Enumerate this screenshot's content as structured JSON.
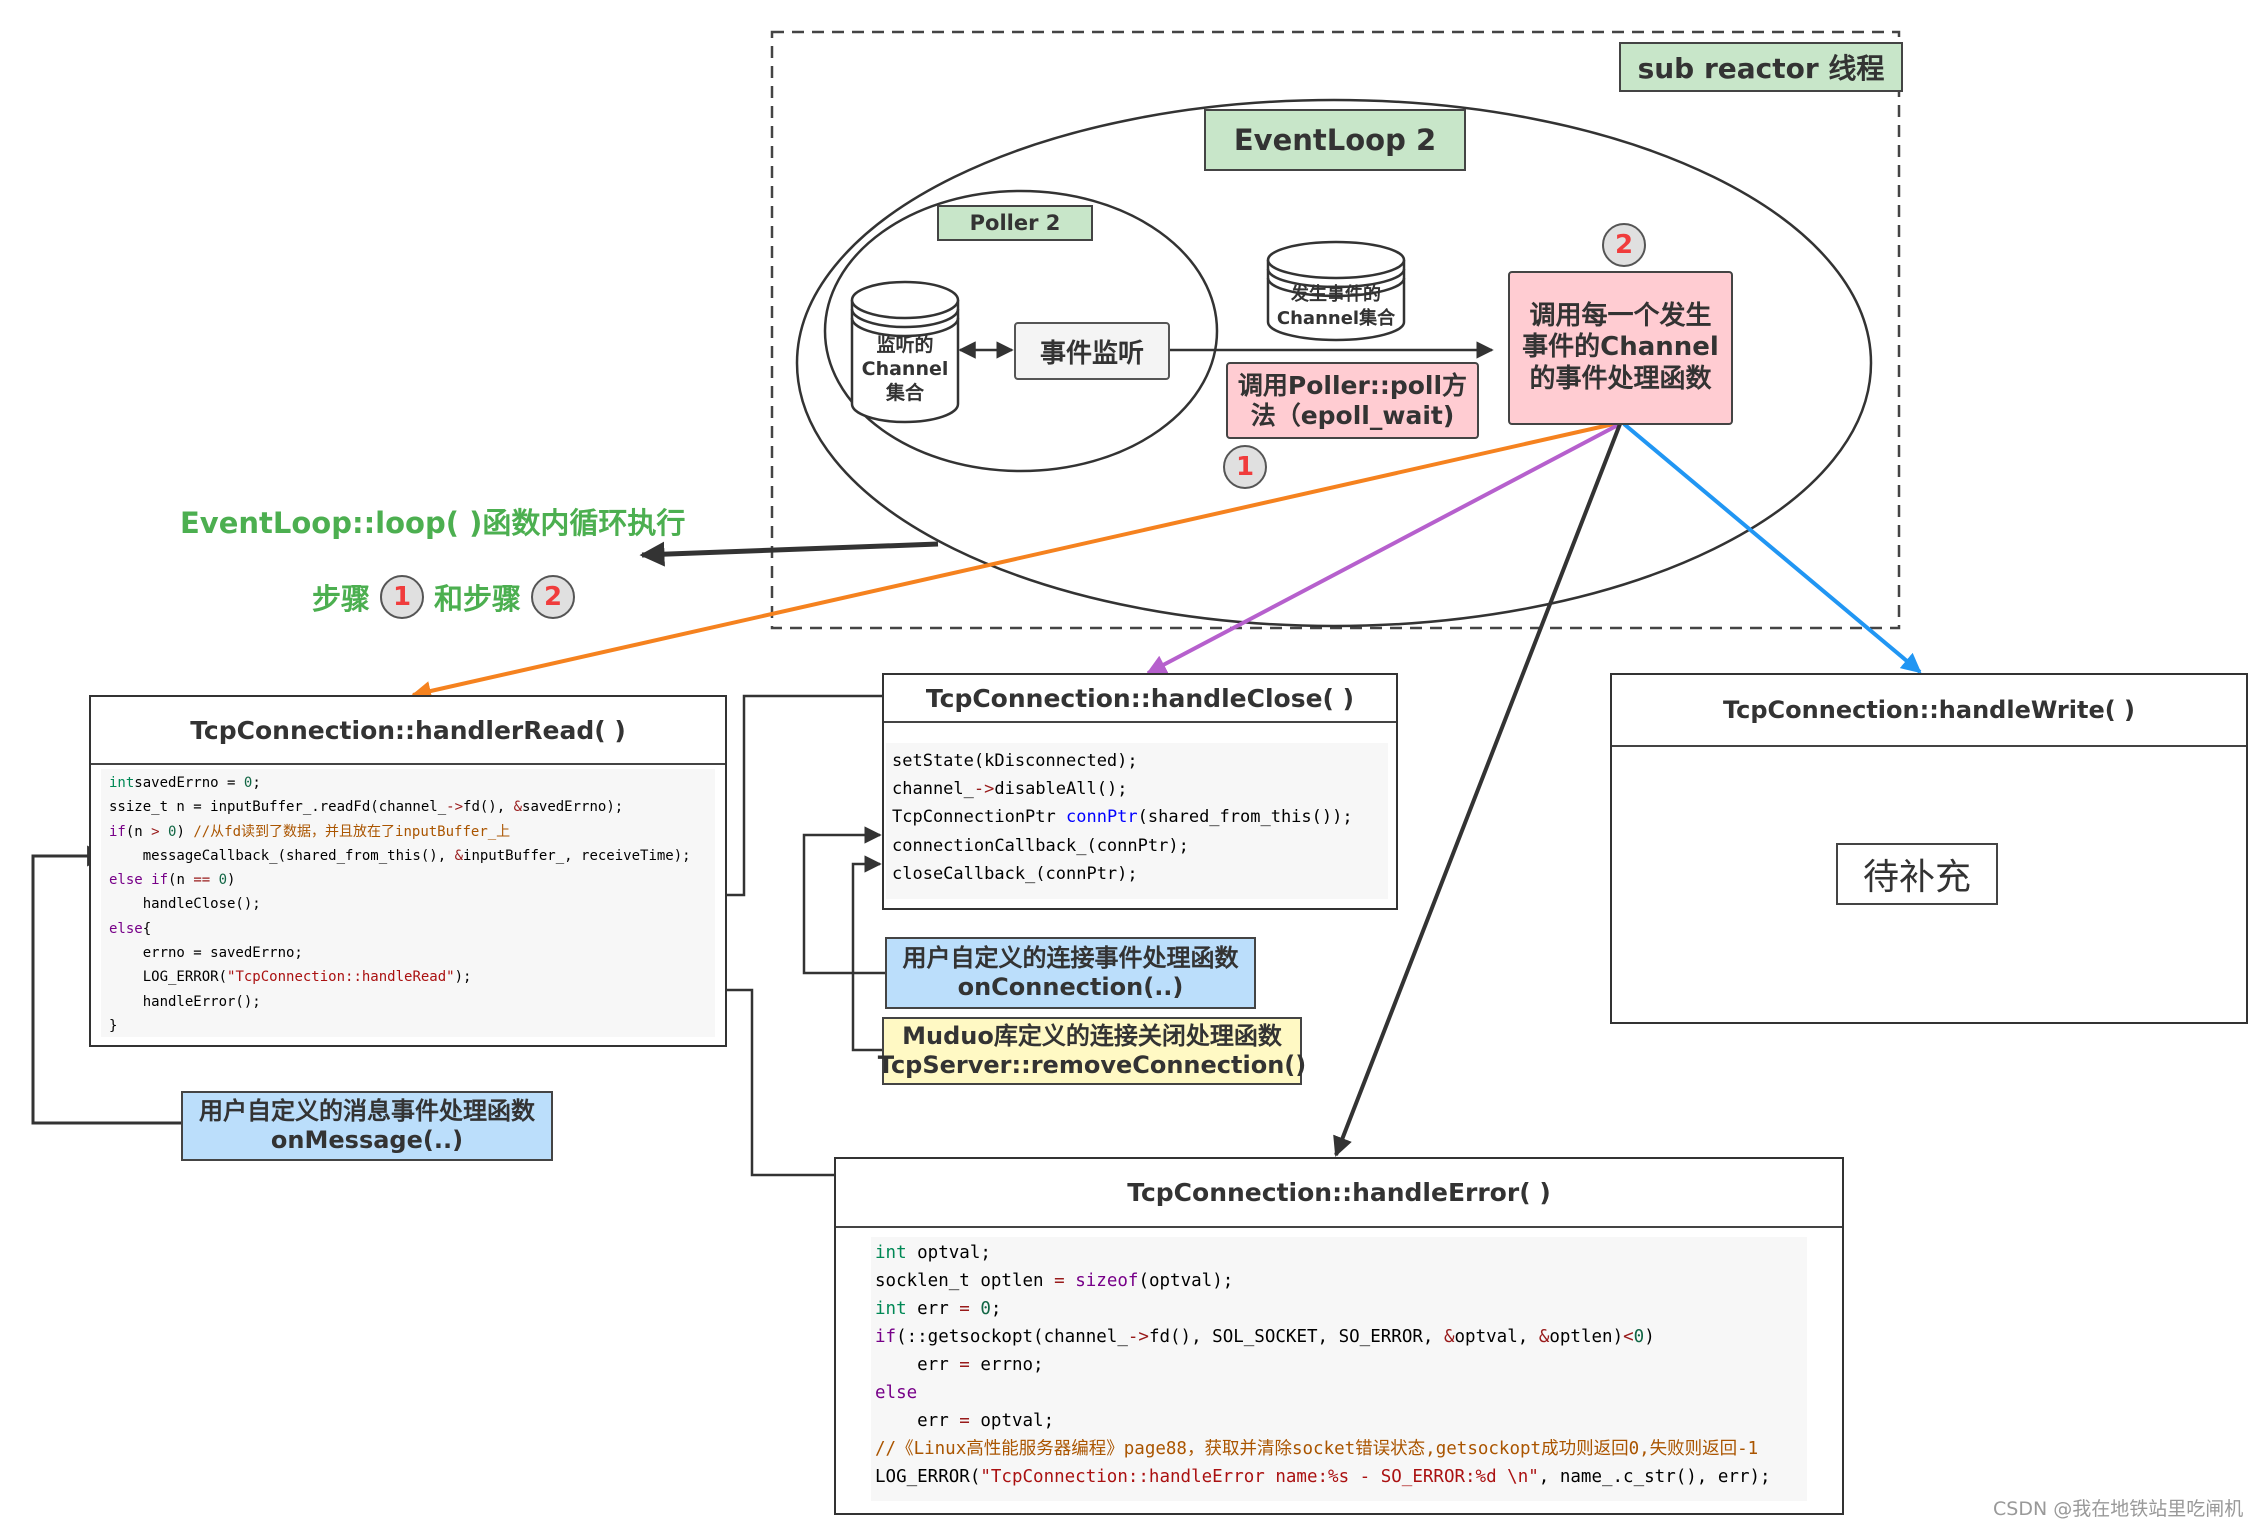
{
  "frame": {
    "thread_label": "sub reactor 线程",
    "eventloop_label": "EventLoop 2",
    "poller_label": "Poller 2",
    "listened_channels": [
      "监听的",
      "Channel",
      "集合"
    ],
    "event_listen": "事件监听",
    "active_channels": [
      "发生事件的",
      "Channel集合"
    ],
    "poll_call": [
      "调用Poller::poll方",
      "法（epoll_wait)"
    ],
    "handle_events": [
      "调用每一个发生",
      "事件的Channel",
      "的事件处理函数"
    ],
    "step1": "1",
    "step2": "2"
  },
  "loop_note": {
    "title": "EventLoop::loop( )函数内循环执行",
    "step_prefix": "步骤",
    "step1": "1",
    "and_step": "和步骤",
    "step2": "2"
  },
  "handlers": {
    "read": {
      "title": "TcpConnection::handlerRead( )",
      "code": [
        [
          [
            "ty",
            "int"
          ],
          [
            "",
            "savedErrno = "
          ],
          [
            "num",
            "0"
          ],
          [
            "",
            ";"
          ]
        ],
        [
          [
            "",
            "ssize_t n = inputBuffer_.readFd(channel_"
          ],
          [
            "op",
            "->"
          ],
          [
            "",
            "fd(), "
          ],
          [
            "op",
            "&"
          ],
          [
            "",
            "savedErrno);"
          ]
        ],
        [
          [
            "kw",
            "if"
          ],
          [
            "",
            "(n "
          ],
          [
            "op",
            ">"
          ],
          [
            "",
            ""
          ],
          [
            "num",
            " 0"
          ],
          [
            "",
            ") "
          ],
          [
            "cm",
            "//从fd读到了数据，并且放在了inputBuffer_上"
          ]
        ],
        [
          [
            "",
            "    messageCallback_(shared_from_this(), "
          ],
          [
            "op",
            "&"
          ],
          [
            "",
            "inputBuffer_, receiveTime);"
          ]
        ],
        [
          [
            "kw",
            "else if"
          ],
          [
            "",
            "(n "
          ],
          [
            "op",
            "=="
          ],
          [
            "num",
            " 0"
          ],
          [
            "",
            ")"
          ]
        ],
        [
          [
            "",
            "    handleClose();"
          ]
        ],
        [
          [
            "kw",
            "else"
          ],
          [
            "",
            "{"
          ]
        ],
        [
          [
            "",
            "    errno = savedErrno;"
          ]
        ],
        [
          [
            "",
            "    LOG_ERROR("
          ],
          [
            "str",
            "\"TcpConnection::handleRead\""
          ],
          [
            "",
            ");"
          ]
        ],
        [
          [
            "",
            "    handleError();"
          ]
        ],
        [
          [
            "",
            "}"
          ]
        ]
      ]
    },
    "close": {
      "title": "TcpConnection::handleClose( )",
      "code": [
        [
          [
            "",
            "setState(kDisconnected);"
          ]
        ],
        [
          [
            "",
            "channel_"
          ],
          [
            "op",
            "->"
          ],
          [
            "",
            "disableAll();"
          ]
        ],
        [
          [
            "",
            "TcpConnectionPtr "
          ],
          [
            "def",
            "connPtr"
          ],
          [
            "",
            "(shared_from_this());"
          ]
        ],
        [
          [
            "",
            "connectionCallback_(connPtr);"
          ]
        ],
        [
          [
            "",
            "closeCallback_(connPtr);"
          ]
        ]
      ]
    },
    "write": {
      "title": "TcpConnection::handleWrite( )",
      "placeholder": "待补充"
    },
    "error": {
      "title": "TcpConnection::handleError( )",
      "code": [
        [
          [
            "ty",
            "int"
          ],
          [
            "",
            " optval;"
          ]
        ],
        [
          [
            "",
            "socklen_t optlen "
          ],
          [
            "op",
            "="
          ],
          [
            "kw",
            " sizeof"
          ],
          [
            "",
            "(optval);"
          ]
        ],
        [
          [
            "ty",
            "int"
          ],
          [
            "",
            ""
          ],
          [
            "",
            ""
          ],
          [
            "",
            ""
          ],
          [
            "",
            " err "
          ],
          [
            "op",
            "="
          ],
          [
            "num",
            " 0"
          ],
          [
            "",
            ";"
          ]
        ],
        [
          [
            "kw",
            "if"
          ],
          [
            "",
            "(::getsockopt(channel_"
          ],
          [
            "op",
            "->"
          ],
          [
            "",
            "fd(), SOL_SOCKET, SO_ERROR, "
          ],
          [
            "op",
            "&"
          ],
          [
            "",
            "optval, "
          ],
          [
            "op",
            "&"
          ],
          [
            "",
            "optlen)"
          ],
          [
            "op",
            "<"
          ],
          [
            "num",
            "0"
          ],
          [
            "",
            ")"
          ]
        ],
        [
          [
            "",
            "    err "
          ],
          [
            "op",
            "="
          ],
          [
            "",
            " errno;"
          ]
        ],
        [
          [
            "kw",
            "else"
          ]
        ],
        [
          [
            "",
            "    err "
          ],
          [
            "op",
            "="
          ],
          [
            "",
            " optval;"
          ]
        ],
        [
          [
            "cm",
            "//《Linux高性能服务器编程》page88，获取并清除socket错误状态,getsockopt成功则返回0,失败则返回-1"
          ]
        ],
        [
          [
            "",
            "LOG_ERROR("
          ],
          [
            "str",
            "\"TcpConnection::handleError name:%s - SO_ERROR:%d \\n\""
          ],
          [
            "",
            ", name_.c_str(), err);"
          ]
        ]
      ]
    }
  },
  "notes": {
    "on_message": [
      "用户自定义的消息事件处理函数",
      "onMessage(..)"
    ],
    "on_connection": [
      "用户自定义的连接事件处理函数",
      "onConnection(..)"
    ],
    "remove_connection": [
      "Muduo库定义的连接关闭处理函数",
      "TcpServer::removeConnection()"
    ]
  },
  "colors": {
    "read_arrow": "#f5821f",
    "close_arrow": "#b660cd",
    "error_arrow": "#333333",
    "write_arrow": "#2196f3",
    "step_number": "#f03c3c",
    "loop_text": "#4caf50"
  },
  "watermark": "CSDN @我在地铁站里吃闸机"
}
